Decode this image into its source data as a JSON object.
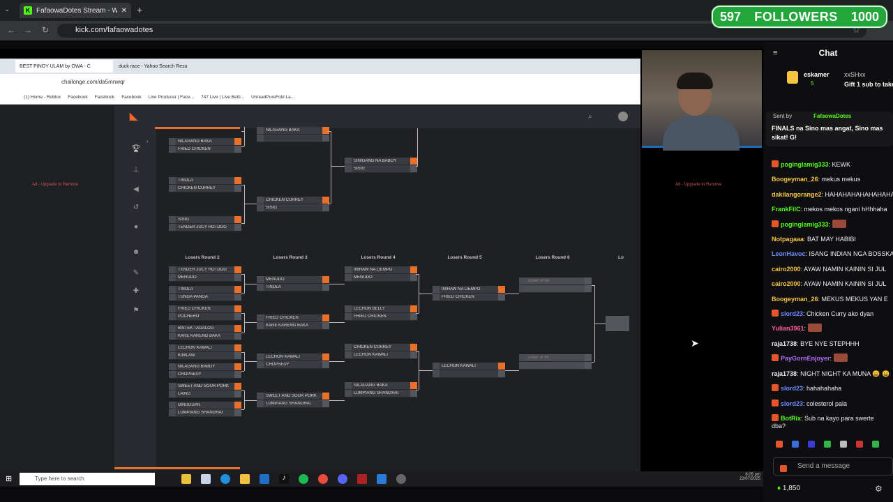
{
  "browser": {
    "tab_title": "FafaowaDotes Stream - Watch l",
    "url": "kick.com/fafaowadotes"
  },
  "followers_goal": {
    "current": "597",
    "label": "FOLLOWERS",
    "target": "1000"
  },
  "inner_browser": {
    "tabs": [
      "BEST PINOY ULAM by OWA - C",
      "duck race - Yahoo Search Resu"
    ],
    "url": "challonge.com/da5mnwqr",
    "bookmarks": [
      "(1) Home - Roblox",
      "Facebook",
      "Facebook",
      "Facebook",
      "Live Producer | Face...",
      "747 Live | Live Betti...",
      "UnreadPureFold La..."
    ]
  },
  "ads": {
    "left": "Ad - Upgrade to Remove",
    "right": "Ad - Upgrade to Remove"
  },
  "bracket": {
    "round_headers": [
      "Losers Round 2",
      "Losers Round 3",
      "Losers Round 4",
      "Losers Round 5",
      "Losers Round 6",
      "Lo"
    ],
    "winners_col1": [
      [
        "NILAGANG BAKA",
        "FRIED CHICKEN"
      ],
      [
        "TINOLA",
        "CHICKEN CURREY"
      ],
      [
        "SISIG",
        "TENDER JUCY HOTDOG"
      ]
    ],
    "winners_col2": [
      [
        "NILAGANG BAKA"
      ],
      [
        "CHICKEN CURREY",
        "SISIG"
      ]
    ],
    "winners_col3": [
      [
        "SINIGANG NA BABOY",
        "SISIG"
      ]
    ],
    "losers_r2": [
      [
        "TENDER JUCY HOTDOG",
        "MENUDO"
      ],
      [
        "TINOLA",
        "TUNGA PANGA"
      ],
      [
        "FRIED CHICKEN",
        "POCHERO"
      ],
      [
        "BISTEK TAGALOG",
        "KARE KARENG BAKA"
      ],
      [
        "LECHON KAWALI",
        "KINILAW"
      ],
      [
        "NILAGANG BABOY",
        "CHOPSEUY"
      ],
      [
        "SWEET AND SOUR PORK",
        "LAING"
      ],
      [
        "DINUGUAN",
        "LUMPIANG SHANGHAI"
      ]
    ],
    "losers_r3": [
      [
        "MENUDO",
        "TINOLA"
      ],
      [
        "FRIED CHICKEN",
        "KARE KARENG BAKA"
      ],
      [
        "LECHON KAWALI",
        "CHOPSEUY"
      ],
      [
        "SWEET AND SOUR PORK",
        "LUMPIANG SHANGHAI"
      ]
    ],
    "losers_r4": [
      [
        "INIHAW NA LIEMPO",
        "MENUDO"
      ],
      [
        "LECHON BELLY",
        "FRIED CHICKEN"
      ],
      [
        "CHICKEN CURREY",
        "LECHON KAWALI"
      ],
      [
        "NILAGANG BAKA",
        "LUMPIANG SHANGHAI"
      ]
    ],
    "losers_r5": [
      [
        "INIHAW NA LIEMPO",
        "FRIED CHICKEN"
      ],
      [
        "LECHON KAWALI",
        ""
      ]
    ],
    "losers_r6": [
      [
        "Loser of 58",
        ""
      ],
      [
        "Loser of 55",
        ""
      ]
    ]
  },
  "chat": {
    "title": "Chat",
    "gifter": {
      "name": "eskamer",
      "count": "5",
      "other": "xxSHxx",
      "gift_text": "Gift 1 sub to take"
    },
    "pinned": {
      "sent_by_label": "Sent by",
      "sender": "FafaowaDotes",
      "text": "FINALS na Sino mas angat, Sino mas sikat! G!"
    },
    "messages": [
      {
        "user": "poginglamig333",
        "color": "#53fc18",
        "text": "KEWK",
        "badge": true
      },
      {
        "user": "Boogeyman_26",
        "color": "#f5c542",
        "text": "mekus mekus"
      },
      {
        "user": "dakilangorange2",
        "color": "#f5c542",
        "text": "HAHAHAHAHAHAHAHA"
      },
      {
        "user": "FrankFilC",
        "color": "#53fc18",
        "text": "mekos mekos ngani hHhhaha"
      },
      {
        "user": "poginglamig333",
        "color": "#53fc18",
        "text": "",
        "badge": true,
        "emote": true
      },
      {
        "user": "Notpagaaa",
        "color": "#f5c542",
        "text": "BAT MAY HABIBI"
      },
      {
        "user": "LeonHavoc",
        "color": "#6b8cff",
        "text": "ISANG INDIAN NGA BOSSKA"
      },
      {
        "user": "cairo2000",
        "color": "#f5c542",
        "text": "AYAW NAMIN KAININ SI JUL"
      },
      {
        "user": "cairo2000",
        "color": "#f5c542",
        "text": "AYAW NAMIN KAININ SI JUL"
      },
      {
        "user": "Boogeyman_26",
        "color": "#f5c542",
        "text": "MEKUS MEKUS YAN E"
      },
      {
        "user": "slord23",
        "color": "#6b8cff",
        "text": "Chicken Curry ako dyan",
        "badge": true
      },
      {
        "user": "Yulian3961",
        "color": "#ff5fa2",
        "text": "",
        "emote": true
      },
      {
        "user": "raja1738",
        "color": "#efeff1",
        "text": "BYE NYE STEPHHH"
      },
      {
        "user": "PayGornEnjoyer",
        "color": "#b46bff",
        "text": "",
        "badge": true,
        "emote": true
      },
      {
        "user": "raja1738",
        "color": "#efeff1",
        "text": "NIGHT NIGHT KA MUNA 😄 😄"
      },
      {
        "user": "slord23",
        "color": "#6b8cff",
        "text": "hahahahaha",
        "badge": true
      },
      {
        "user": "slord23",
        "color": "#6b8cff",
        "text": "colesterol pala",
        "badge": true
      },
      {
        "user": "BotRix",
        "color": "#53fc18",
        "text": "Sub na kayo para swerte",
        "badge": true
      }
    ],
    "last_line": "dba?",
    "send_placeholder": "Send a message",
    "points": "1,850"
  },
  "taskbar": {
    "search_placeholder": "Type here to search",
    "time": "8:05 pm",
    "date": "22/07/2025"
  }
}
